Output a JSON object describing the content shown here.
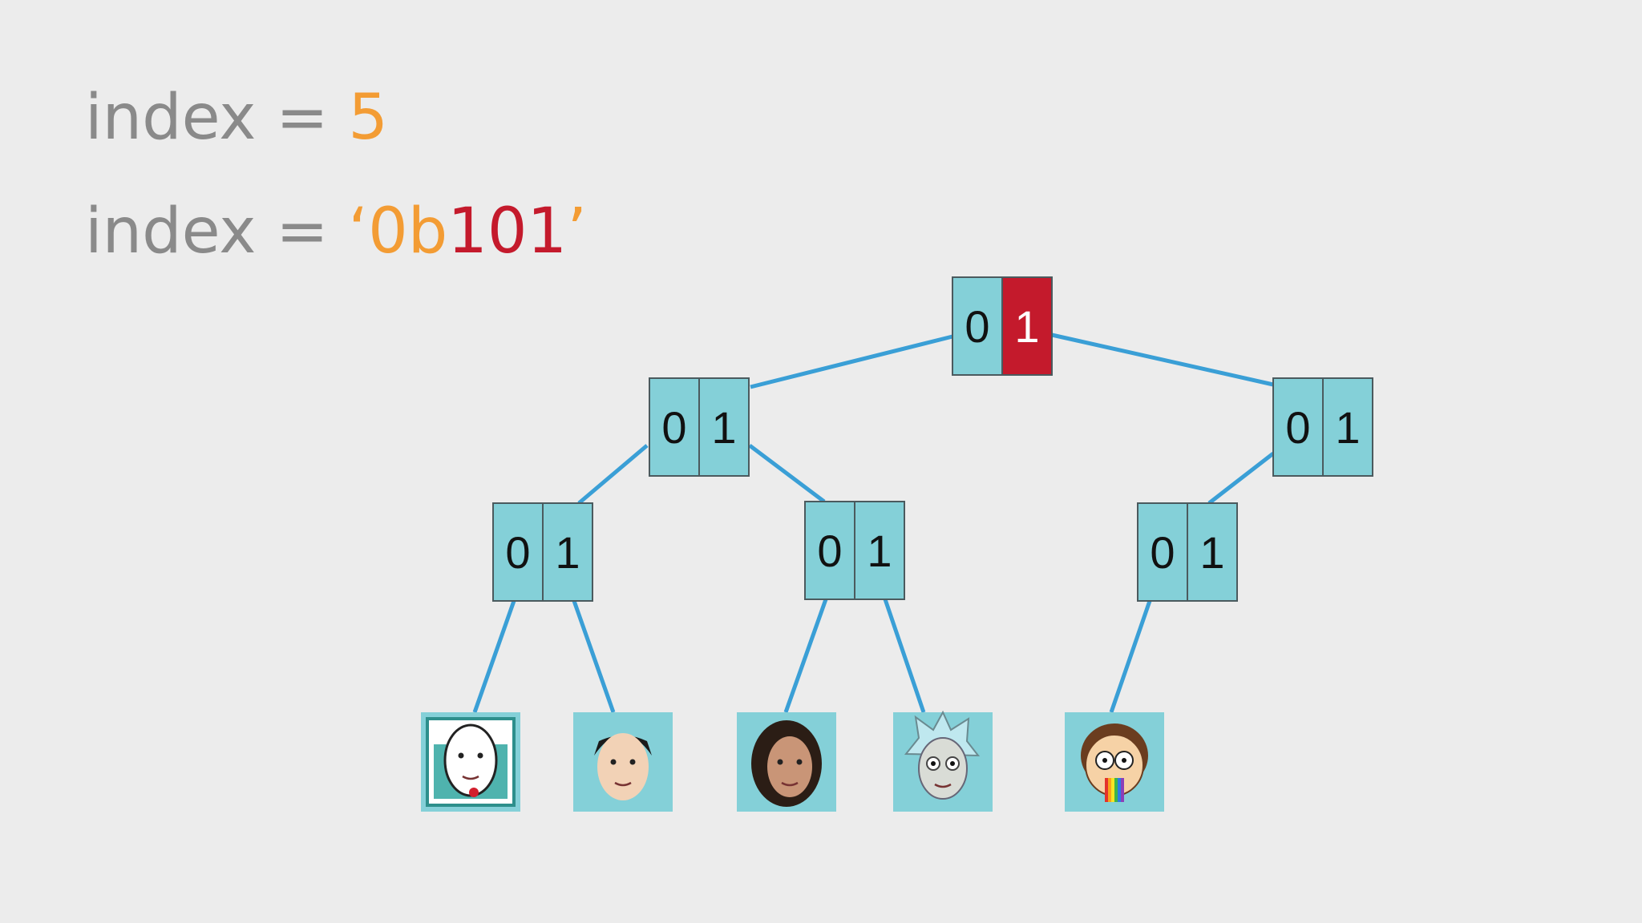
{
  "equations": {
    "decimal": {
      "lhs": "index = ",
      "value": "5"
    },
    "binary": {
      "lhs": "index = ",
      "open_quote": "‘",
      "prefix": "0b",
      "bits": "101",
      "close_quote": "’"
    }
  },
  "colors": {
    "background": "#ececec",
    "node_fill": "#84d0d8",
    "node_stroke": "#4b5a5e",
    "highlight": "#c41a2c",
    "edge": "#3a9fd6",
    "equation_text": "#8a8a8a",
    "value_orange": "#f39c34"
  },
  "tree": {
    "nodes": [
      {
        "id": "root",
        "left": "0",
        "right": "1",
        "highlight": "right"
      },
      {
        "id": "level1-left",
        "left": "0",
        "right": "1",
        "highlight": "none"
      },
      {
        "id": "level1-right",
        "left": "0",
        "right": "1",
        "highlight": "none"
      },
      {
        "id": "level2-a",
        "left": "0",
        "right": "1",
        "highlight": "none"
      },
      {
        "id": "level2-b",
        "left": "0",
        "right": "1",
        "highlight": "none"
      },
      {
        "id": "level2-c",
        "left": "0",
        "right": "1",
        "highlight": "none"
      }
    ],
    "leaves": [
      {
        "id": "leaf-0",
        "icon": "bald-cartoon-face-icon"
      },
      {
        "id": "leaf-1",
        "icon": "man-face-icon"
      },
      {
        "id": "leaf-2",
        "icon": "woman-face-icon"
      },
      {
        "id": "leaf-3",
        "icon": "rick-cartoon-face-icon"
      },
      {
        "id": "leaf-4",
        "icon": "morty-rainbow-face-icon"
      }
    ]
  }
}
